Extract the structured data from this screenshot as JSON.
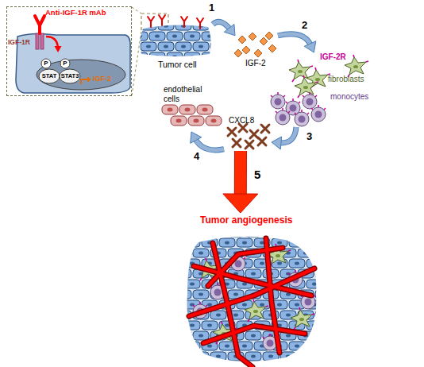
{
  "diagram": {
    "nodes": [
      {
        "text": [
          "Anti-IGF-1R mAb",
          "IGF-1R"
        ]
      },
      {
        "text": [
          "P",
          "P",
          "STAT",
          "STAT3",
          "IGF-2"
        ],
        "in": 0
      },
      {
        "text": [
          "Tumor cell"
        ]
      },
      {
        "text": [
          "IGF-2"
        ]
      },
      {
        "text": [
          "IGF-2R",
          "fibroblasts",
          "monocytes"
        ]
      },
      {
        "text": [
          "CXCL8"
        ]
      },
      {
        "text": [
          "endothelial cells"
        ]
      },
      {
        "text": [
          "Tumor angiogenesis"
        ]
      }
    ],
    "edges": [
      {
        "from": 2,
        "to": 3,
        "arrow": "to",
        "label": "1"
      },
      {
        "from": 3,
        "to": 4,
        "arrow": "to",
        "label": "2"
      },
      {
        "from": 4,
        "to": 5,
        "arrow": "to",
        "label": "3"
      },
      {
        "from": 5,
        "to": 6,
        "arrow": "to",
        "label": "4"
      },
      {
        "from": 5,
        "to": 7,
        "arrow": "to",
        "label": "5"
      }
    ]
  }
}
